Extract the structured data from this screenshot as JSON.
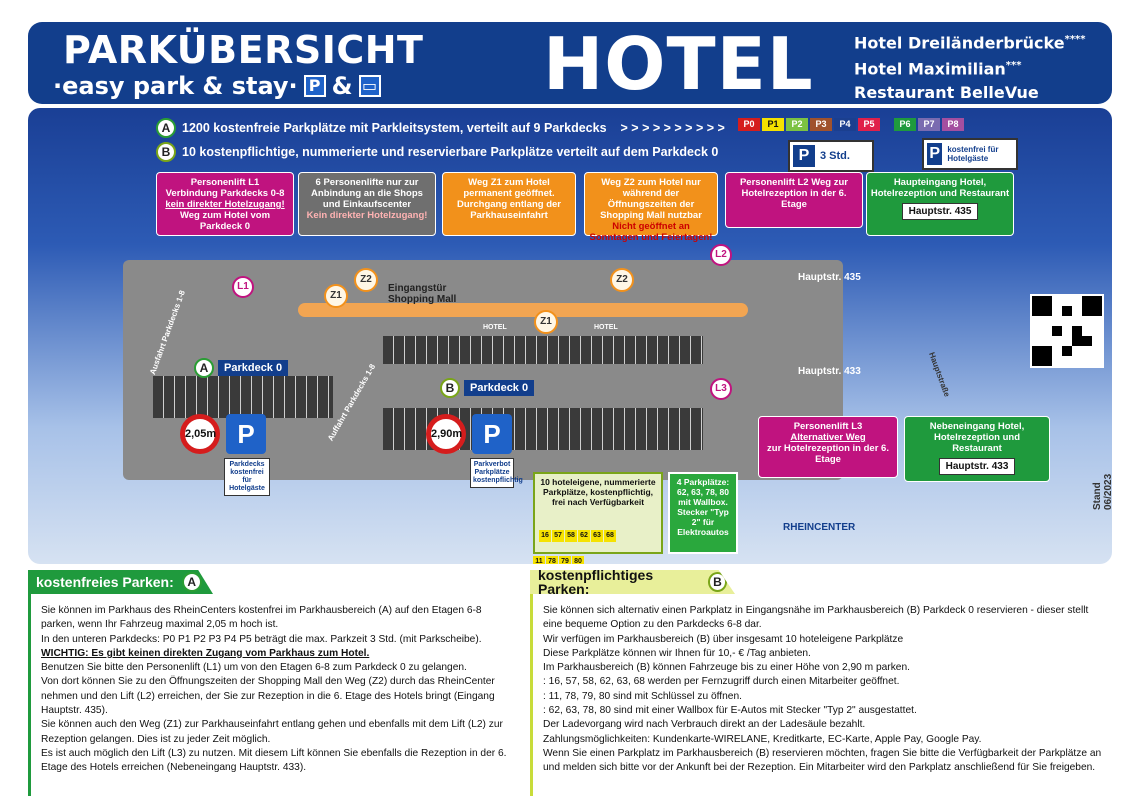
{
  "header": {
    "title": "PARKÜBERSICHT",
    "subtitle": "·easy park & stay·",
    "p_letter": "P",
    "amp": "&",
    "hotel_word": "HOTEL",
    "hotels": [
      "Hotel Dreiländerbrücke",
      "Hotel Maximilian",
      "Restaurant BelleVue"
    ],
    "stars": [
      "****",
      "***",
      ""
    ]
  },
  "legend": {
    "line_a": "1200 kostenfreie Parkplätze mit Parkleitsystem, verteilt auf 9 Parkdecks",
    "arrows": "> > > > > > > > > >",
    "line_b": "10 kostenpflichtige, nummerierte und reservierbare Parkplätze verteilt auf dem Parkdeck 0",
    "decks": [
      {
        "label": "P0",
        "color": "#d51d1d"
      },
      {
        "label": "P1",
        "color": "#f5e200"
      },
      {
        "label": "P2",
        "color": "#7cc242"
      },
      {
        "label": "P3",
        "color": "#a0522d"
      },
      {
        "label": "P4",
        "color": "#1b3f8f"
      },
      {
        "label": "P5",
        "color": "#e0204a"
      },
      {
        "label": "P6",
        "color": "#1f9a3d"
      },
      {
        "label": "P7",
        "color": "#7a6bb0"
      },
      {
        "label": "P8",
        "color": "#a44fa0"
      }
    ],
    "box_3std": "3 Std.",
    "box_free": "kostenfrei für Hotelgäste"
  },
  "callouts": {
    "l1": {
      "title": "Personenlift L1",
      "line1": "Verbindung Parkdecks 0-8",
      "warn": "kein direkter Hotelzugang!",
      "line2": "Weg zum Hotel vom Parkdeck 0"
    },
    "shops": {
      "line1": "6 Personenlifte nur zur Anbindung an die Shops und Einkaufscenter",
      "warn": "Kein direkter Hotelzugang!"
    },
    "z1": {
      "text": "Weg Z1 zum Hotel permanent geöffnet. Durchgang entlang der Parkhauseinfahrt"
    },
    "z2": {
      "text": "Weg Z2 zum Hotel nur während der Öffnungszeiten der Shopping Mall nutzbar",
      "warn": "Nicht geöffnet an Sonntagen und Feiertagen!"
    },
    "l2": {
      "text": "Personenlift L2 Weg zur Hotelrezeption in der 6. Etage"
    },
    "main_entrance": {
      "text": "Haupteingang Hotel, Hotelrezeption und Restaurant",
      "address": "Hauptstr. 435"
    },
    "l3": {
      "title": "Personenlift L3",
      "u": "Alternativer Weg",
      "text": "zur Hotelrezeption in der 6. Etage"
    },
    "side_entrance": {
      "text": "Nebeneingang Hotel, Hotelrezeption und Restaurant",
      "address": "Hauptstr. 433"
    }
  },
  "map": {
    "labels": {
      "eingang": "Eingangstür",
      "mall": "Shopping Mall",
      "parkdeck_a": "Parkdeck 0",
      "parkdeck_b": "Parkdeck 0",
      "ausfahrt": "Ausfahrt Parkdecks 1-8",
      "auffahrt": "Auffahrt Parkdecks 1-8",
      "hotel": "HOTEL",
      "street435": "Hauptstr. 435",
      "street433": "Hauptstr. 433",
      "hauptstrasse": "Hauptstraße",
      "stand": "Stand 06/2023",
      "rheincenter": "RHEINCENTER",
      "height_a": "2,05m",
      "height_b": "2,90m",
      "parkdecks_small": "Parkdecks",
      "kostenfrei_small": "kostenfrei für Hotelgäste",
      "parkverbot": "Parkverbot",
      "parkplaetze_small": "Parkplätze",
      "kostenpflichtig_small": "kostenpflichtig"
    },
    "info_yg": "10 hoteleigene, nummerierte Parkplätze, kostenpflichtig, frei nach Verfügbarkeit",
    "info_grn": "4 Parkplätze: 62, 63, 78, 80 mit Wallbox. Stecker \"Typ 2\" für Elektroautos",
    "spots_left": [
      "16",
      "57",
      "58",
      "62",
      "63",
      "68"
    ],
    "spots_right": [
      "11",
      "78",
      "79",
      "80"
    ],
    "markers": {
      "l1": "L1",
      "l2": "L2",
      "l3": "L3",
      "z1": "Z1",
      "z2": "Z2",
      "a": "A",
      "b": "B"
    }
  },
  "panels": {
    "free": {
      "heading": "kostenfreies Parken:",
      "marker": "A",
      "p1": "Sie können im Parkhaus des RheinCenters kostenfrei im Parkhausbereich (A) auf den Etagen 6-8 parken, wenn Ihr Fahrzeug maximal 2,05 m hoch ist.",
      "p2": "In den unteren Parkdecks: P0 P1 P2 P3 P4 P5 beträgt die max. Parkzeit 3 Std. (mit Parkscheibe).",
      "p3": "WICHTIG: Es gibt keinen direkten Zugang vom Parkhaus zum Hotel.",
      "p4": "Benutzen Sie bitte den Personenlift (L1) um von den Etagen 6-8 zum Parkdeck 0 zu gelangen.",
      "p5": "Von dort können Sie zu den Öffnungszeiten der Shopping Mall den Weg (Z2) durch das RheinCenter nehmen und den Lift (L2) erreichen, der Sie zur Rezeption in die 6. Etage des Hotels bringt (Eingang Hauptstr. 435).",
      "p6": "Sie können auch den Weg (Z1) zur Parkhauseinfahrt entlang gehen und ebenfalls mit dem Lift (L2) zur Rezeption gelangen. Dies ist zu jeder Zeit möglich.",
      "p7": "Es ist auch möglich den Lift (L3) zu nutzen. Mit diesem Lift können Sie ebenfalls die Rezeption in der 6. Etage des Hotels erreichen (Nebeneingang Hauptstr. 433)."
    },
    "paid": {
      "heading": "kostenpflichtiges Parken:",
      "marker": "B",
      "p1": "Sie können sich alternativ einen Parkplatz in Eingangsnähe im Parkhausbereich (B) Parkdeck 0 reservieren - dieser stellt eine bequeme Option zu den Parkdecks 6-8 dar.",
      "p2": "Wir verfügen im Parkhausbereich (B) über insgesamt 10 hoteleigene Parkplätze",
      "p3": "Diese Parkplätze können wir Ihnen für 10,- € /Tag anbieten.",
      "p4": "Im Parkhausbereich (B) können Fahrzeuge bis zu einer Höhe von 2,90 m parken.",
      "p5": ": 16, 57, 58, 62, 63, 68 werden per Fernzugriff durch einen Mitarbeiter geöffnet.",
      "p6": ": 11, 78, 79, 80 sind mit Schlüssel zu öffnen.",
      "p7": ": 62, 63, 78, 80 sind mit einer Wallbox für E-Autos mit Stecker \"Typ 2\" ausgestattet.",
      "p8": "Der Ladevorgang wird nach Verbrauch direkt an der Ladesäule bezahlt.",
      "p9": "Zahlungsmöglichkeiten: Kundenkarte-WIRELANE, Kreditkarte, EC-Karte, Apple Pay, Google Pay.",
      "p10": "Wenn Sie einen Parkplatz im Parkhausbereich (B) reservieren möchten, fragen Sie bitte die Verfügbarkeit der Parkplätze an und melden sich bitte vor der Ankunft bei der Rezeption. Ein Mitarbeiter wird den Parkplatz anschließend für Sie freigeben."
    }
  }
}
